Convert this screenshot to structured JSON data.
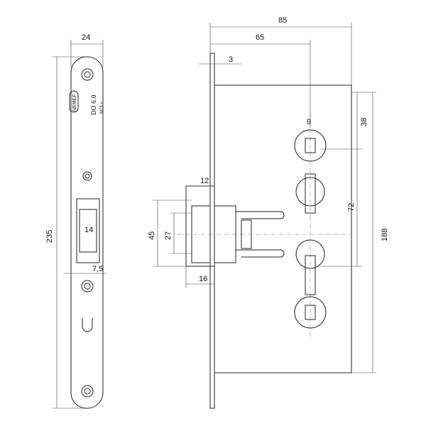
{
  "logo": {
    "brand": "NEMEF"
  },
  "front_view": {
    "model": "DO 6.9",
    "marking": "M75 =",
    "dims": {
      "width": "24",
      "height": "235",
      "latch_width": "14",
      "latch_offset": "7,5"
    }
  },
  "side_view": {
    "dims": {
      "backset_total": "85",
      "backset": "65",
      "plate_thickness": "3",
      "spindle": "9",
      "top_to_spindle": "38",
      "spindle_to_cylinder": "72",
      "body_height": "188",
      "latch_throw": "12",
      "latch_height": "45",
      "latch_inner": "27",
      "latch_depth": "16"
    }
  }
}
